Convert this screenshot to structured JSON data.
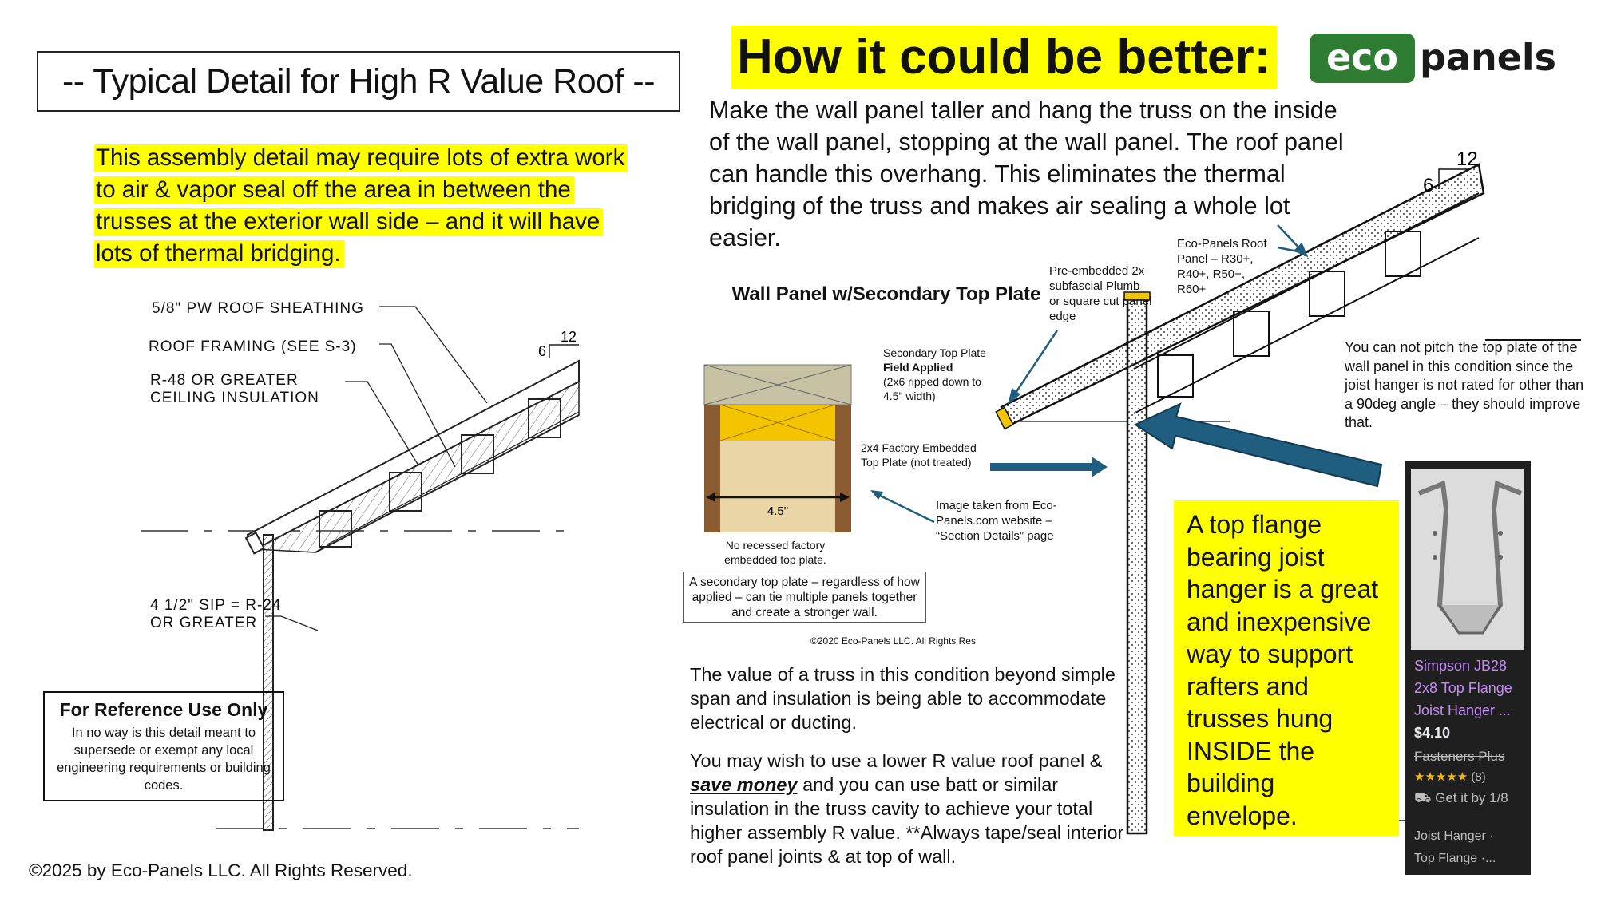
{
  "title": "-- Typical Detail for High R Value Roof --",
  "left_note": "This assembly detail may require lots of extra work to air & vapor seal off the area in between the trusses at the exterior wall side – and it will have lots of thermal bridging.",
  "left_labels": {
    "sheathing": "5/8\" PW ROOF SHEATHING",
    "framing": "ROOF FRAMING (SEE S-3)",
    "insulation_1": "R-48 OR GREATER",
    "insulation_2": "CEILING INSULATION",
    "sip_1": "4 1/2\" SIP = R-24",
    "sip_2": "OR GREATER",
    "pitch_rise": "6",
    "pitch_run": "12"
  },
  "reference": {
    "title": "For Reference Use Only",
    "body": "In no way is this detail meant to supersede or exempt any local engineering requirements or building codes."
  },
  "copyright": "©2025 by Eco-Panels LLC.  All Rights Reserved.",
  "headline": "How it could be better:",
  "logo": {
    "part1": "eco",
    "part2": "panels",
    "brand_green": "#2e7d32",
    "dark": "#1a1a1a"
  },
  "better_text": "Make the wall panel taller and hang the truss on the inside of the wall panel, stopping at the wall panel.  The roof panel can handle this overhang.  This eliminates the thermal bridging of the truss and makes air sealing a whole lot easier.",
  "wall_panel": {
    "title": "Wall Panel w/Secondary Top Plate",
    "secondary_label": "Secondary Top Plate",
    "field_applied": "Field Applied",
    "ripped": "(2x6 ripped down to 4.5\" width)",
    "factory_label": "2x4 Factory Embedded Top Plate (not treated)",
    "dimension": "4.5\"",
    "no_recessed": "No recessed factory embedded top plate.",
    "secondary_note": "A secondary top plate – regardless of how applied – can tie multiple panels together and create a stronger wall.",
    "image_credit": "Image taken from Eco-Panels.com website – “Section Details” page",
    "copyright": "©2020 Eco-Panels LLC. All Rights Res"
  },
  "right_labels": {
    "subfascial": "Pre-embedded 2x subfascial Plumb or square cut panel edge",
    "roof_panel": "Eco-Panels Roof Panel – R30+, R40+, R50+, R60+",
    "pitch_note": "You can not pitch the top plate of the wall panel in this condition since the joist hanger is not rated for other than a 90deg angle – they should improve that.",
    "pitch_rise": "6",
    "pitch_run": "12"
  },
  "mid_text": {
    "p1": "The value of a truss in this condition beyond simple span and insulation is being able to accommodate electrical or ducting.",
    "p2_a": "You may wish to use a lower R value roof panel & ",
    "p2_em": "save money",
    "p2_b": " and you can use batt or similar insulation in the truss cavity to achieve your total higher assembly R value.  **Always tape/seal interior roof panel joints & at top of wall."
  },
  "flange_note": "A top flange bearing joist hanger is a great and inexpensive way to support rafters and trusses hung INSIDE the building envelope.",
  "product": {
    "name": "Simpson JB28 2x8 Top Flange Joist Hanger ...",
    "price": "$4.10",
    "seller": "Fasteners Plus",
    "stars": "★★★★★",
    "reviews": "(8)",
    "delivery": "Get it by 1/8",
    "tag1": "Joist Hanger ·",
    "tag2": "Top Flange ·..."
  },
  "colors": {
    "highlight": "#ffff00",
    "arrow": "#1f5e7e",
    "plate_yellow": "#f5c400",
    "product_link": "#c58af9"
  }
}
